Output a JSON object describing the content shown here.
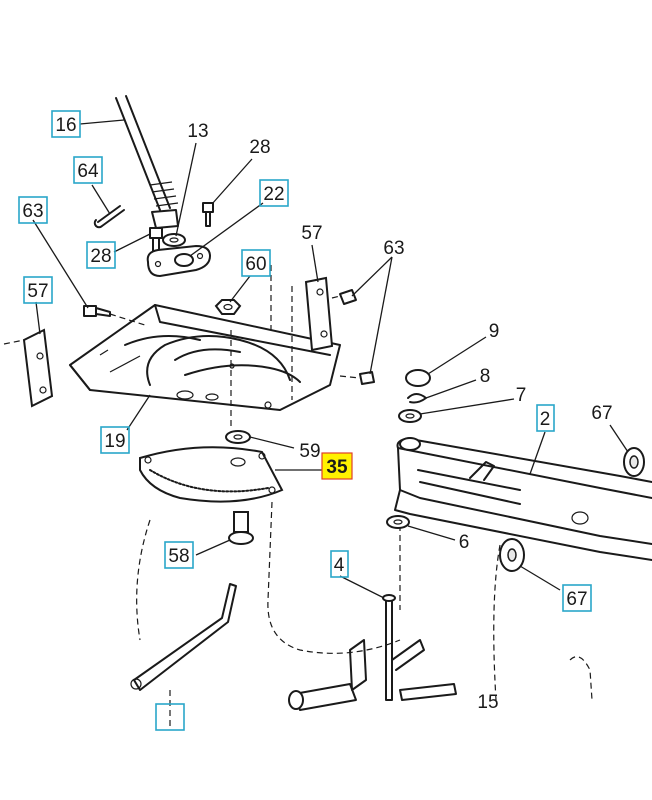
{
  "colors": {
    "label_box": "#2aa7c9",
    "highlight_fill": "#fff200",
    "highlight_border": "#e0402a",
    "line": "#1a1a1a"
  },
  "callouts": {
    "c16": "16",
    "c13": "13",
    "c28a": "28",
    "c64": "64",
    "c22": "22",
    "c63a": "63",
    "c28b": "28",
    "c60": "60",
    "c57a": "57",
    "c63b": "63",
    "c57b": "57",
    "c9": "9",
    "c8": "8",
    "c7": "7",
    "c2": "2",
    "c67a": "67",
    "c19": "19",
    "c59": "59",
    "c35": "35",
    "c6": "6",
    "c58": "58",
    "c4": "4",
    "c67b": "67",
    "c15": "15"
  },
  "highlighted_part": "35"
}
